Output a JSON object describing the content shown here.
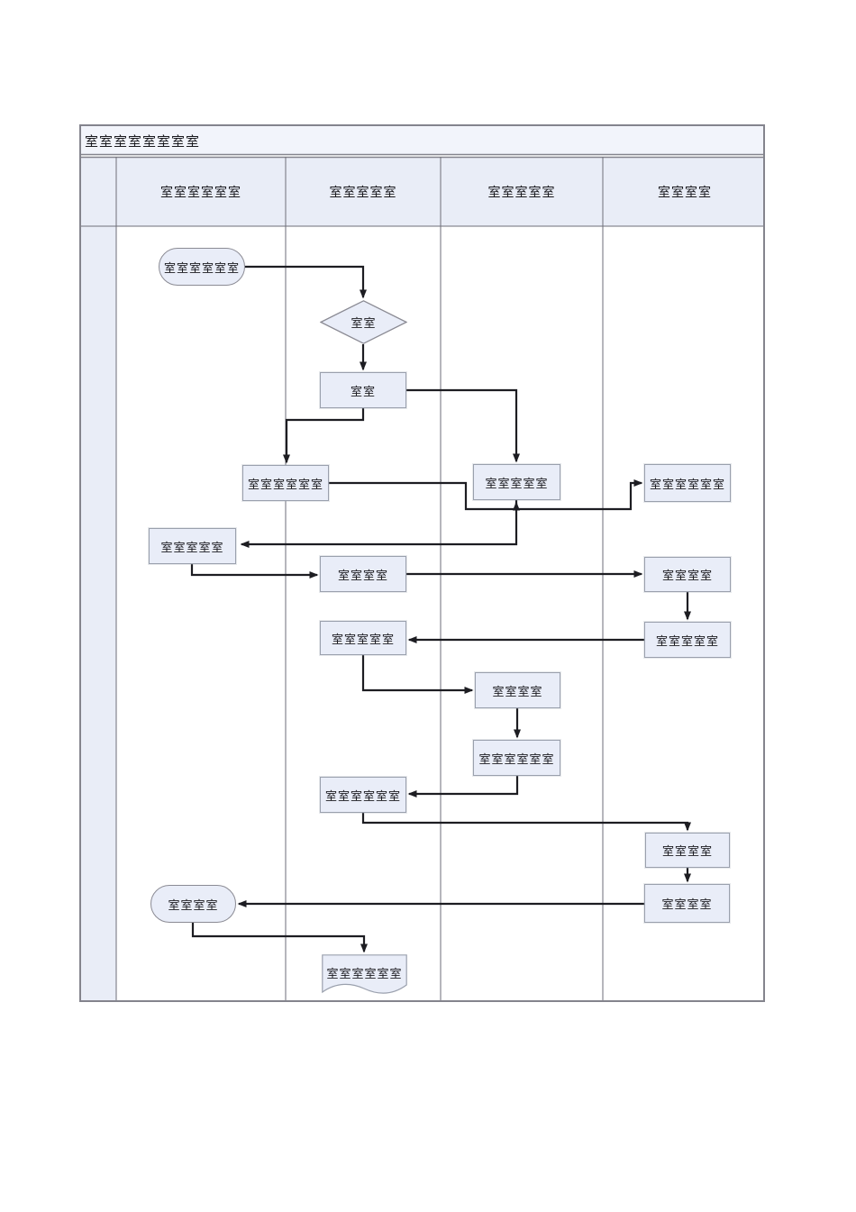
{
  "title": "室室室室室室室室",
  "lanes": [
    {
      "label": "室室室室室室"
    },
    {
      "label": "室室室室室"
    },
    {
      "label": "室室室室室"
    },
    {
      "label": "室室室室"
    }
  ],
  "nodes": [
    {
      "id": "start",
      "type": "terminator",
      "lane": 1,
      "label": "室室室室室室"
    },
    {
      "id": "decision-1",
      "type": "decision",
      "lane": 2,
      "label": "室室"
    },
    {
      "id": "process-1",
      "type": "process",
      "lane": 2,
      "label": "室室"
    },
    {
      "id": "process-2",
      "type": "process",
      "lane": 1,
      "label": "室室室室室室"
    },
    {
      "id": "process-3",
      "type": "process",
      "lane": 3,
      "label": "室室室室室"
    },
    {
      "id": "process-4",
      "type": "process",
      "lane": 4,
      "label": "室室室室室室"
    },
    {
      "id": "process-5",
      "type": "process",
      "lane": 1,
      "label": "室室室室室"
    },
    {
      "id": "process-6",
      "type": "process",
      "lane": 2,
      "label": "室室室室"
    },
    {
      "id": "process-7",
      "type": "process",
      "lane": 4,
      "label": "室室室室"
    },
    {
      "id": "process-8",
      "type": "process",
      "lane": 2,
      "label": "室室室室室"
    },
    {
      "id": "process-9",
      "type": "process",
      "lane": 4,
      "label": "室室室室室"
    },
    {
      "id": "process-10",
      "type": "process",
      "lane": 3,
      "label": "室室室室"
    },
    {
      "id": "process-11",
      "type": "process",
      "lane": 3,
      "label": "室室室室室室"
    },
    {
      "id": "process-12",
      "type": "process",
      "lane": 2,
      "label": "室室室室室室"
    },
    {
      "id": "process-13",
      "type": "process",
      "lane": 4,
      "label": "室室室室"
    },
    {
      "id": "process-14",
      "type": "process",
      "lane": 4,
      "label": "室室室室"
    },
    {
      "id": "end",
      "type": "terminator",
      "lane": 1,
      "label": "室室室室"
    },
    {
      "id": "document-1",
      "type": "document",
      "lane": 2,
      "label": "室室室室室室"
    }
  ],
  "edges": [
    {
      "from": "start",
      "to": "decision-1"
    },
    {
      "from": "decision-1",
      "to": "process-1"
    },
    {
      "from": "process-1",
      "to": "process-3"
    },
    {
      "from": "process-1",
      "to": "process-2"
    },
    {
      "from": "process-2",
      "to": "process-4"
    },
    {
      "from": "process-2",
      "to": "process-3"
    },
    {
      "from": "process-3",
      "to": "process-5"
    },
    {
      "from": "process-5",
      "to": "process-6"
    },
    {
      "from": "process-6",
      "to": "process-7"
    },
    {
      "from": "process-7",
      "to": "process-9"
    },
    {
      "from": "process-9",
      "to": "process-8"
    },
    {
      "from": "process-8",
      "to": "process-10"
    },
    {
      "from": "process-10",
      "to": "process-11"
    },
    {
      "from": "process-11",
      "to": "process-12"
    },
    {
      "from": "process-12",
      "to": "process-13"
    },
    {
      "from": "process-13",
      "to": "process-14"
    },
    {
      "from": "process-14",
      "to": "end"
    },
    {
      "from": "end",
      "to": "document-1"
    }
  ],
  "colors": {
    "node_fill": "#e9edf8",
    "node_border": "#9aa0ad",
    "header_fill": "#e9edf7",
    "title_fill": "#f2f4fb",
    "frame_border": "#84848d",
    "lane_line": "#6e6e78",
    "connector": "#1d1d22"
  }
}
